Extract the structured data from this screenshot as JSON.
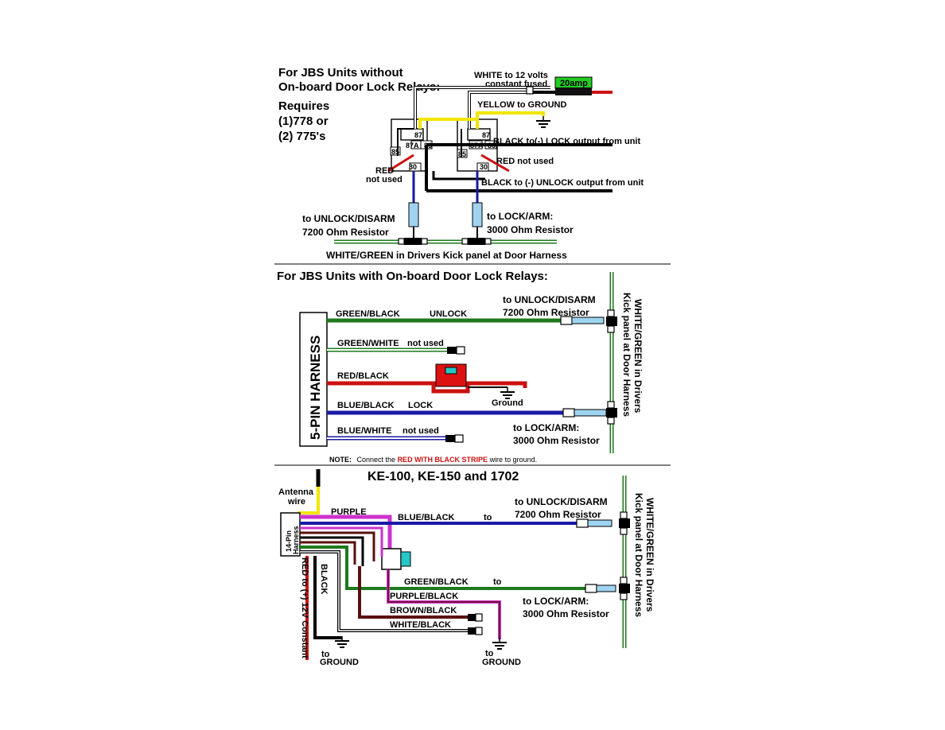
{
  "sec1": {
    "title1": "For JBS Units without",
    "title2": "On-board Door Lock Relays:",
    "req1": "Requires",
    "req2": "(1)778 or",
    "req3": "(2) 775's",
    "white12_1": "WHITE to 12 volts",
    "white12_2": "constant fused",
    "fuse": "20amp",
    "yellow": "YELLOW to GROUND",
    "black_lock_pre": "BLACK to(-) ",
    "black_lock_bold": "LOCK",
    "black_lock_post": " output from unit",
    "red_nu": "RED not used",
    "red_l1": "RED",
    "red_l2": "not used",
    "black_unlock_pre": "BLACK to (-) ",
    "black_unlock_bold": "UNLOCK",
    "black_unlock_post": " output from unit",
    "unlock1": "to UNLOCK/DISARM",
    "unlock2": "7200 Ohm Resistor",
    "lock1": "to LOCK/ARM:",
    "lock2": "3000 Ohm Resistor",
    "bottom": "WHITE/GREEN in Drivers Kick panel at Door Harness",
    "pins": {
      "p87": "87",
      "p87a": "87A",
      "p85": "85",
      "p86": "86",
      "p30": "30"
    }
  },
  "sec2": {
    "title": "For JBS Units with On-board Door Lock Relays:",
    "harness": "5-PIN HARNESS",
    "gb": "GREEN/BLACK",
    "unlock": "UNLOCK",
    "gw": "GREEN/WHITE",
    "gw_nu": "not used",
    "rb": "RED/BLACK",
    "ground": "Ground",
    "bb": "BLUE/BLACK",
    "lock": "LOCK",
    "bw": "BLUE/WHITE",
    "bw_nu": "not used",
    "unlock1": "to UNLOCK/DISARM",
    "unlock2": "7200 Ohm Resistor",
    "lock1": "to LOCK/ARM:",
    "lock2": "3000 Ohm Resistor",
    "vert1": "WHITE/GREEN in Drivers",
    "vert2": "Kick panel at Door Harness",
    "note_label": "NOTE:",
    "note_pre": "Connect the ",
    "note_bold": "RED WITH BLACK STRIPE",
    "note_post": " wire to ground."
  },
  "sec3": {
    "title": "KE-100, KE-150 and 1702",
    "antenna1": "Antenna",
    "antenna2": "wire",
    "harness1": "14-Pin",
    "harness2": "Harness",
    "purple": "PURPLE",
    "bb": "BLUE/BLACK",
    "to1": "to",
    "gb": "GREEN/BLACK",
    "to2": "to",
    "pb": "PURPLE/BLACK",
    "brb": "BROWN/BLACK",
    "wb": "WHITE/BLACK",
    "black": "BLACK",
    "red": "RED to (+) 12V Constant",
    "to_g1": "to",
    "ground1": "GROUND",
    "to_g2": "to",
    "ground2": "GROUND",
    "unlock1": "to UNLOCK/DISARM",
    "unlock2": "7200 Ohm Resistor",
    "lock1": "to LOCK/ARM:",
    "lock2": "3000 Ohm Resistor",
    "vert1": "WHITE/GREEN in Drivers",
    "vert2": "Kick panel at Door Harness"
  },
  "colors": {
    "green": "#1d7a1d",
    "blue": "#1a1aa6",
    "red": "#cc1111",
    "yellow": "#f2e600",
    "purple": "#cc33cc",
    "brown": "#5a0f0f",
    "cyan": "#27c7c7",
    "fuse": "#22cc22"
  }
}
